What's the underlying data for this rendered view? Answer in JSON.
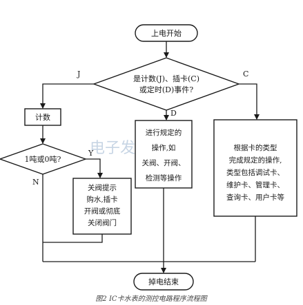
{
  "diagram": {
    "start": "上电开始",
    "decision_main": [
      "是计数(J)、插卡(C)",
      "或定时(D)事件?"
    ],
    "branch_j": "J",
    "branch_c": "C",
    "branch_d": "D",
    "count": "计数",
    "decision_ton": "1吨或0吨?",
    "branch_y": "Y",
    "branch_n": "N",
    "valve_box": [
      "关阀提示",
      "购水,插卡",
      "开阀或彻底",
      "关闭阀门"
    ],
    "timer_box": [
      "进行规定的",
      "操作,如",
      "关阀、开阀、",
      "检测等操作"
    ],
    "card_box": [
      "根据卡的类型",
      "完成规定的操作,",
      "类型包括调试卡、",
      "维护卡、管理卡、",
      "查询卡、用户卡等"
    ],
    "end": "掉电结束",
    "watermark": "电子发烧友网",
    "caption": "图2 IC卡水表的测控电路程序流程图"
  }
}
